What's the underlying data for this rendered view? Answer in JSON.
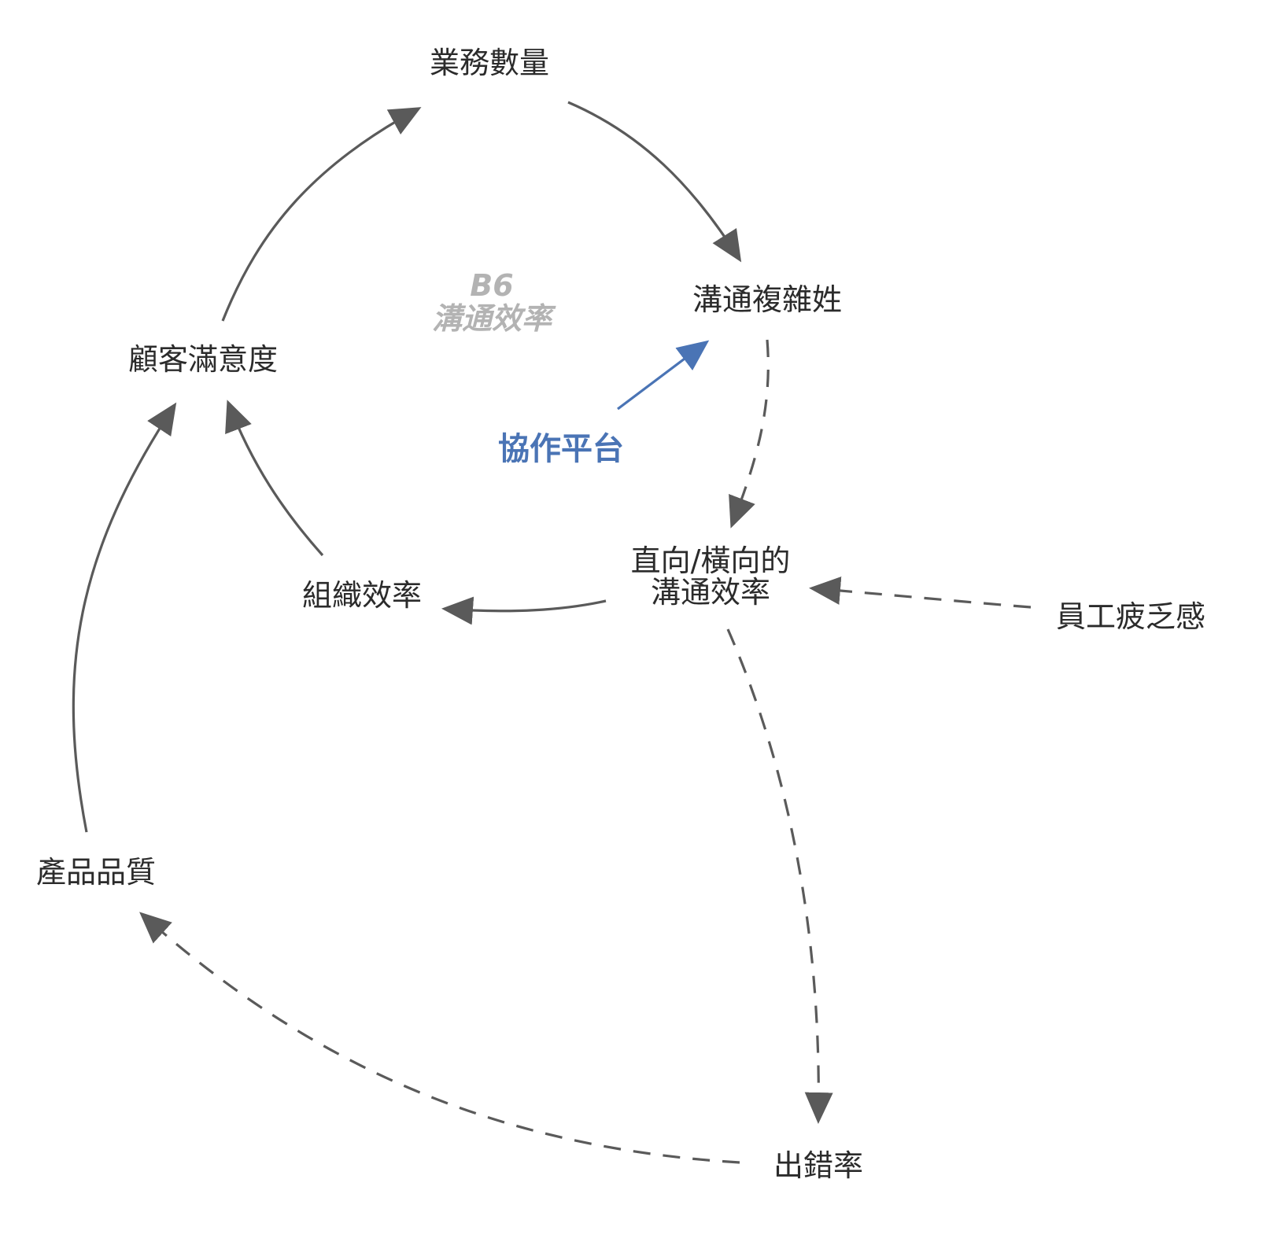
{
  "nodes": {
    "business_volume": "業務數量",
    "communication_complexity": "溝通複雜姓",
    "customer_satisfaction": "顧客滿意度",
    "comm_efficiency_line1": "直向/橫向的",
    "comm_efficiency_line2": "溝通效率",
    "org_efficiency": "組織效率",
    "employee_fatigue": "員工疲乏感",
    "product_quality": "產品品質",
    "error_rate": "出錯率"
  },
  "loop": {
    "id": "B6",
    "name": "溝通效率"
  },
  "intervention": {
    "label": "協作平台"
  },
  "colors": {
    "node_text": "#2b2b2b",
    "arrow": "#5a5a5a",
    "loop_label": "#b3b3b3",
    "intervention": "#4a74b5",
    "background": "#ffffff"
  },
  "links": [
    {
      "from": "業務數量",
      "to": "溝通複雜姓",
      "style": "solid"
    },
    {
      "from": "溝通複雜姓",
      "to": "直向/橫向的溝通效率",
      "style": "dashed"
    },
    {
      "from": "協作平台",
      "to": "溝通複雜姓",
      "style": "solid-blue"
    },
    {
      "from": "直向/橫向的溝通效率",
      "to": "組織效率",
      "style": "solid"
    },
    {
      "from": "員工疲乏感",
      "to": "直向/橫向的溝通效率",
      "style": "dashed"
    },
    {
      "from": "直向/橫向的溝通效率",
      "to": "出錯率",
      "style": "dashed"
    },
    {
      "from": "出錯率",
      "to": "產品品質",
      "style": "dashed"
    },
    {
      "from": "產品品質",
      "to": "顧客滿意度",
      "style": "solid"
    },
    {
      "from": "組織效率",
      "to": "顧客滿意度",
      "style": "solid"
    },
    {
      "from": "顧客滿意度",
      "to": "業務數量",
      "style": "solid"
    }
  ]
}
